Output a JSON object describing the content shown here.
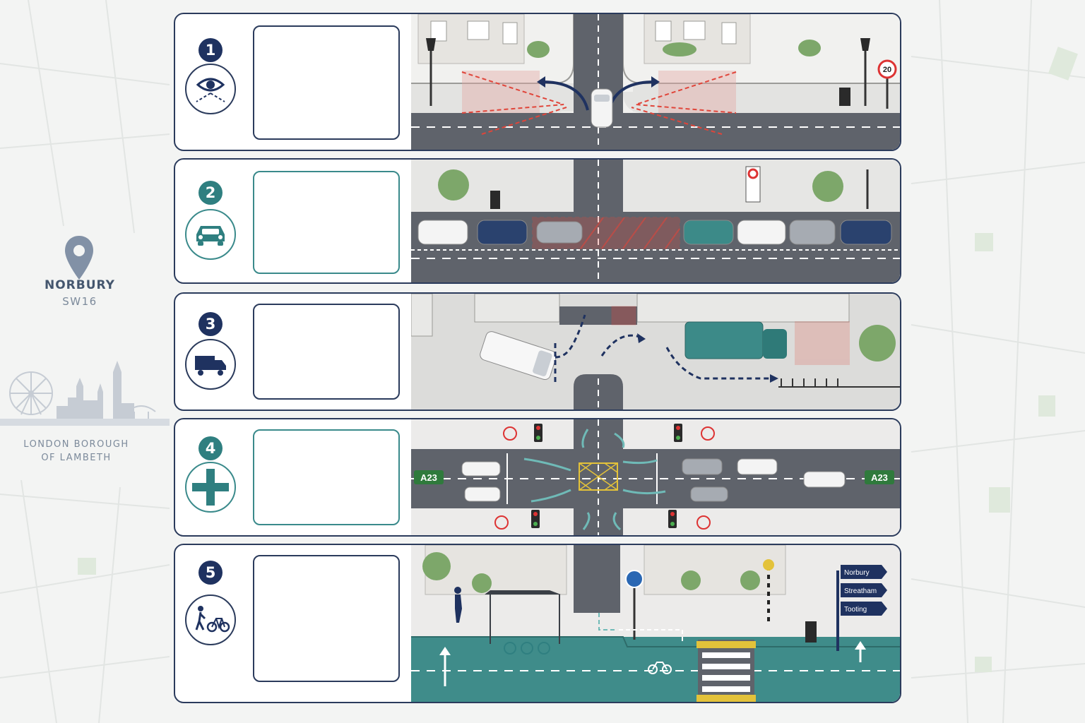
{
  "location": {
    "name": "NORBURY",
    "postcode": "SW16"
  },
  "borough": {
    "line1": "LONDON BOROUGH",
    "line2": "OF LAMBETH"
  },
  "panels": [
    {
      "number": "1",
      "icon": "eye-sightline-icon",
      "scene": "junction-visibility"
    },
    {
      "number": "2",
      "icon": "car-icon",
      "scene": "parking-bays"
    },
    {
      "number": "3",
      "icon": "lorry-icon",
      "scene": "loading-manoeuvres"
    },
    {
      "number": "4",
      "icon": "crossroads-icon",
      "scene": "signal-junction"
    },
    {
      "number": "5",
      "icon": "pedestrian-cyclist-icon",
      "scene": "walking-cycling"
    }
  ],
  "signs": {
    "speed_limit": "20",
    "road_number": "A23",
    "destinations": [
      "Norbury",
      "Streatham",
      "Tooting"
    ]
  },
  "colors": {
    "navy": "#1f3260",
    "teal": "#2f7f80",
    "hazard_red": "#e0453a",
    "road": "#5f636b",
    "cycle_lane": "#3f8c8a",
    "box_junction": "#e3c23a"
  }
}
